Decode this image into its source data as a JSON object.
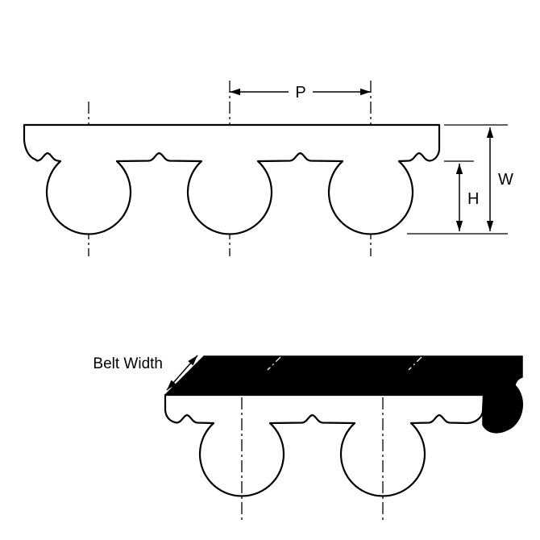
{
  "diagram": {
    "type": "timing-belt-tooth-profile",
    "labels": {
      "pitch": "P",
      "belt_thickness": "W",
      "tooth_height": "H",
      "belt_width": "Belt Width"
    },
    "colors": {
      "stroke": "#000000",
      "belt_fill": "#ffffff",
      "solid_face": "#000000",
      "background": "#ffffff"
    }
  }
}
